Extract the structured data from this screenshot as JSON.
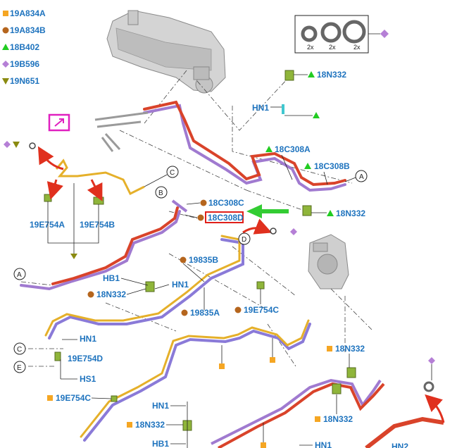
{
  "colors": {
    "label_blue": "#1e73be",
    "square": "#f5a623",
    "dot": "#b5651d",
    "triangle": "#22cc22",
    "diamond": "#b57fd6",
    "down_triangle": "#8a8a10",
    "red_pipe": "#d9432a",
    "purple_pipe": "#a07ad0",
    "gold_pipe": "#e5b02a",
    "highlight_box": "#e0201a",
    "arrow_green": "#33cc33",
    "arrow_red": "#e0301e",
    "magenta_frame": "#e020c0"
  },
  "legend": [
    {
      "symbol": "square",
      "code": "19A834A"
    },
    {
      "symbol": "dot",
      "code": "19A834B"
    },
    {
      "symbol": "triangle",
      "code": "18B402"
    },
    {
      "symbol": "diamond",
      "code": "19B596"
    },
    {
      "symbol": "down_triangle",
      "code": "19N651"
    }
  ],
  "gasket_box": {
    "counts": [
      "2x",
      "2x",
      "2x"
    ]
  },
  "labels": {
    "n332_top": "18N332",
    "hn1_top": "HN1",
    "c308a": "18C308A",
    "c308b": "18C308B",
    "n332_mid": "18N332",
    "c308c": "18C308C",
    "c308d": "18C308D",
    "e754a": "19E754A",
    "e754b": "19E754B",
    "b835": "19835B",
    "a835": "19835A",
    "hb1_mid": "HB1",
    "hn1_mid": "HN1",
    "n332_left": "18N332",
    "e754c": "19E754C",
    "hn1_low": "HN1",
    "e754d": "19E754D",
    "hs1": "HS1",
    "e754c_low": "19E754C",
    "hn1_bottom": "HN1",
    "n332_bottom": "18N332",
    "hb1_bottom": "HB1",
    "n332_right_a": "18N332",
    "n332_right_b": "18N332",
    "hn1_right": "HN1",
    "hn2": "HN2"
  },
  "callouts": {
    "c_top": "C",
    "b": "B",
    "a_right": "A",
    "d": "D",
    "a_left": "A",
    "c_left": "C",
    "e_left": "E"
  }
}
